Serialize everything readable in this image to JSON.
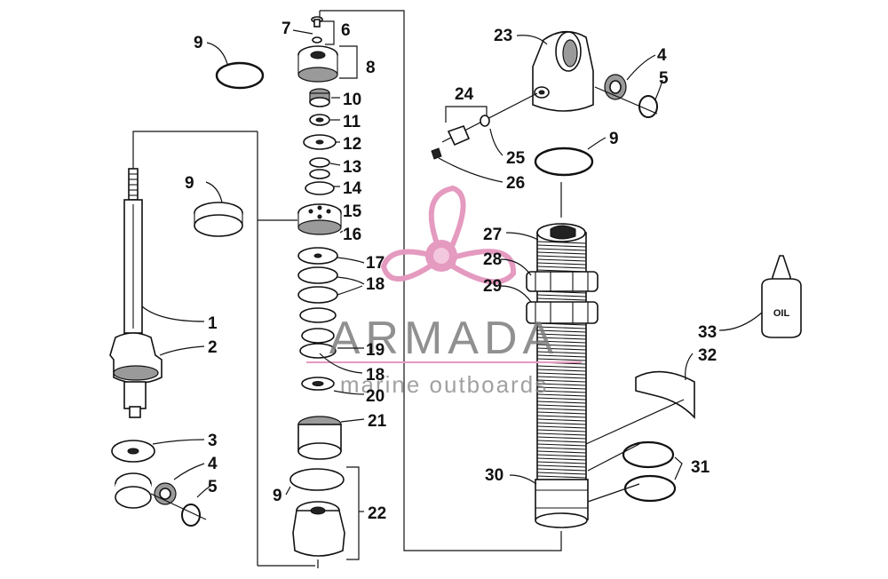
{
  "watermark": {
    "brand": "ARMADA",
    "tagline": "marine outboards",
    "logo_color": "#e59ac0",
    "text_color": "#7d7d7d"
  },
  "oil_bottle_label": "OIL",
  "callouts": {
    "c1": "1",
    "c2": "2",
    "c3": "3",
    "c4a": "4",
    "c5a": "5",
    "c6": "6",
    "c7": "7",
    "c8": "8",
    "c9a": "9",
    "c9b": "9",
    "c9c": "9",
    "c9d": "9",
    "c10": "10",
    "c11": "11",
    "c12": "12",
    "c13": "13",
    "c14": "14",
    "c15": "15",
    "c16": "16",
    "c17": "17",
    "c18a": "18",
    "c19": "19",
    "c18b": "18",
    "c20": "20",
    "c21": "21",
    "c22": "22",
    "c23": "23",
    "c4b": "4",
    "c5b": "5",
    "c24": "24",
    "c25": "25",
    "c26": "26",
    "c27": "27",
    "c28": "28",
    "c29": "29",
    "c30": "30",
    "c31": "31",
    "c32": "32",
    "c33": "33"
  }
}
